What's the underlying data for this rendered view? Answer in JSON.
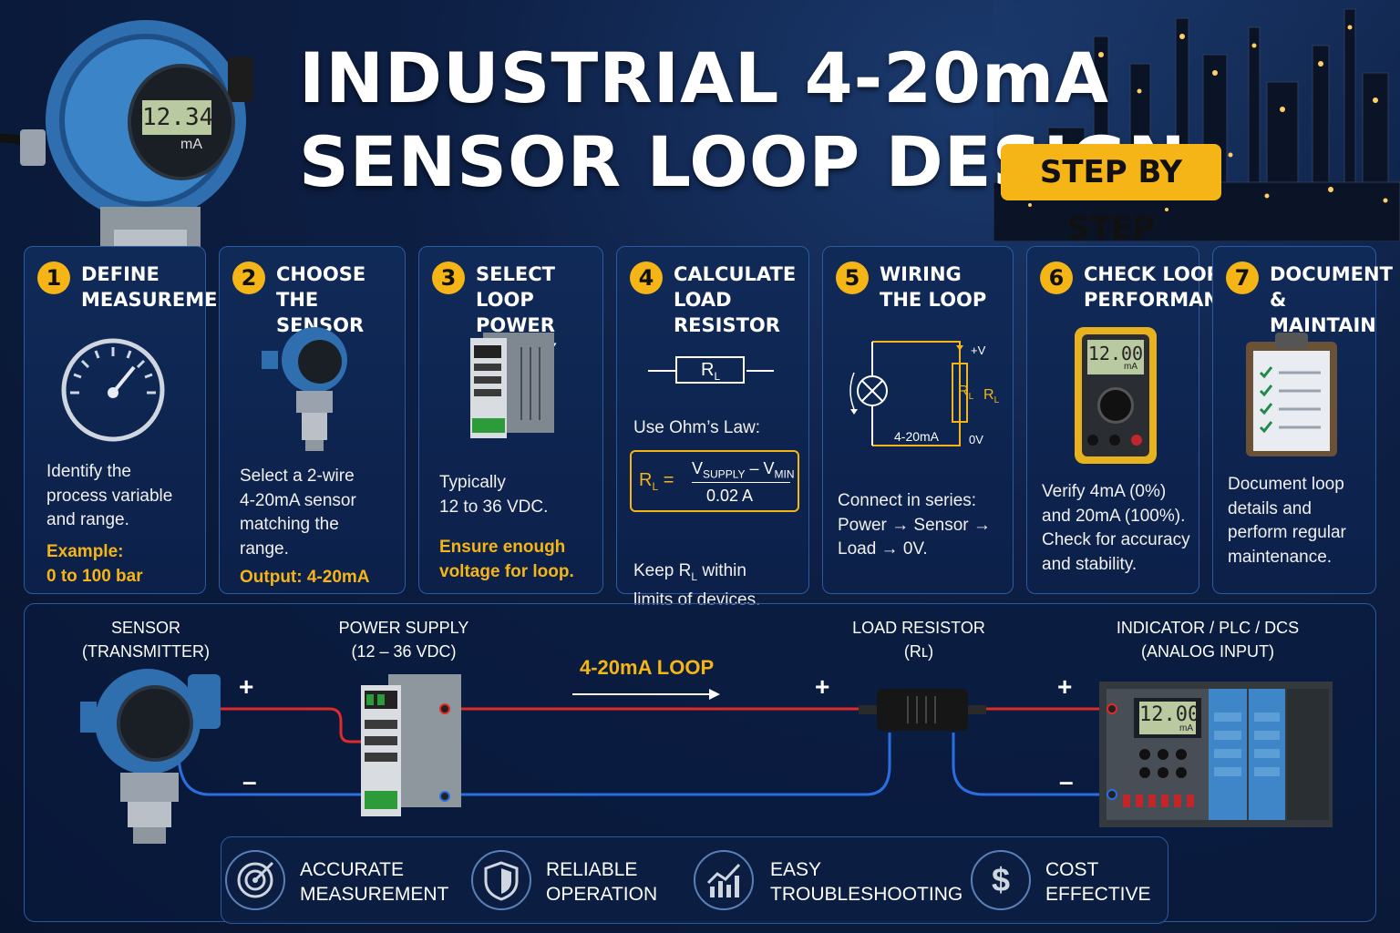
{
  "header": {
    "title_line1": "INDUSTRIAL 4-20mA",
    "title_line2": "SENSOR LOOP DESIGN",
    "badge": "STEP BY STEP",
    "transmitter_display": "12.34",
    "transmitter_unit": "mA"
  },
  "steps": [
    {
      "number": "1",
      "title": "DEFINE\nMEASUREMENT",
      "body": "Identify the\nprocess variable\nand range.",
      "highlight": "Example:\n0 to 100 bar"
    },
    {
      "number": "2",
      "title": "CHOOSE\nTHE SENSOR",
      "body": "Select a 2-wire\n4-20mA sensor\nmatching the\nrange.",
      "highlight": "Output: 4-20mA"
    },
    {
      "number": "3",
      "title": "SELECT LOOP\nPOWER SUPPLY",
      "body": "Typically\n12 to 36 VDC.",
      "highlight": "Ensure enough\nvoltage for loop."
    },
    {
      "number": "4",
      "title": "CALCULATE\nLOAD RESISTOR",
      "resistor_label": "R",
      "resistor_sub": "L",
      "law": "Use Ohm’s Law:",
      "formula_lhs": "R",
      "formula_lhs_sub": "L",
      "formula_num_v1": "V",
      "formula_num_s1": "SUPPLY",
      "formula_num_minus": " – ",
      "formula_num_v2": "V",
      "formula_num_s2": "MIN",
      "formula_den": "0.02 A",
      "body_a": "Keep R",
      "body_sub": "L",
      "body_b": " within\nlimits of devices."
    },
    {
      "number": "5",
      "title": "WIRING\nTHE LOOP",
      "v_plus": "+V",
      "v_zero": "0V",
      "r_label": "R",
      "r_sub": "L",
      "r_label2": "R",
      "r_sub2": "L",
      "current": "4-20mA",
      "body": "Connect in series:\nPower → Sensor →\nLoad → 0V."
    },
    {
      "number": "6",
      "title": "CHECK LOOP\nPERFORMANCE",
      "meter_display": "12.00",
      "meter_unit": "mA",
      "body": "Verify 4mA (0%)\nand 20mA (100%).\nCheck for accuracy\nand stability."
    },
    {
      "number": "7",
      "title": "DOCUMENT\n& MAINTAIN",
      "body": "Document loop\ndetails and\nperform regular\nmaintenance."
    }
  ],
  "diagram": {
    "sensor_label": "SENSOR\n(TRANSMITTER)",
    "power_label": "POWER SUPPLY\n(12 – 36 VDC)",
    "loop_label": "4-20mA LOOP",
    "load_label": "LOAD RESISTOR\n(Rʟ)",
    "indicator_label": "INDICATOR / PLC / DCS\n(ANALOG INPUT)",
    "plus": "+",
    "minus": "–",
    "plc_display": "12.00",
    "plc_unit": "mA",
    "colors": {
      "positive": "#e02a2a",
      "negative": "#2a6fe0",
      "accent": "#f5b517"
    }
  },
  "benefits": [
    {
      "icon": "target-icon",
      "label": "ACCURATE\nMEASUREMENT"
    },
    {
      "icon": "shield-icon",
      "label": "RELIABLE\nOPERATION"
    },
    {
      "icon": "trend-chart-icon",
      "label": "EASY\nTROUBLESHOOTING"
    },
    {
      "icon": "dollar-icon",
      "label": "COST\nEFFECTIVE"
    }
  ]
}
